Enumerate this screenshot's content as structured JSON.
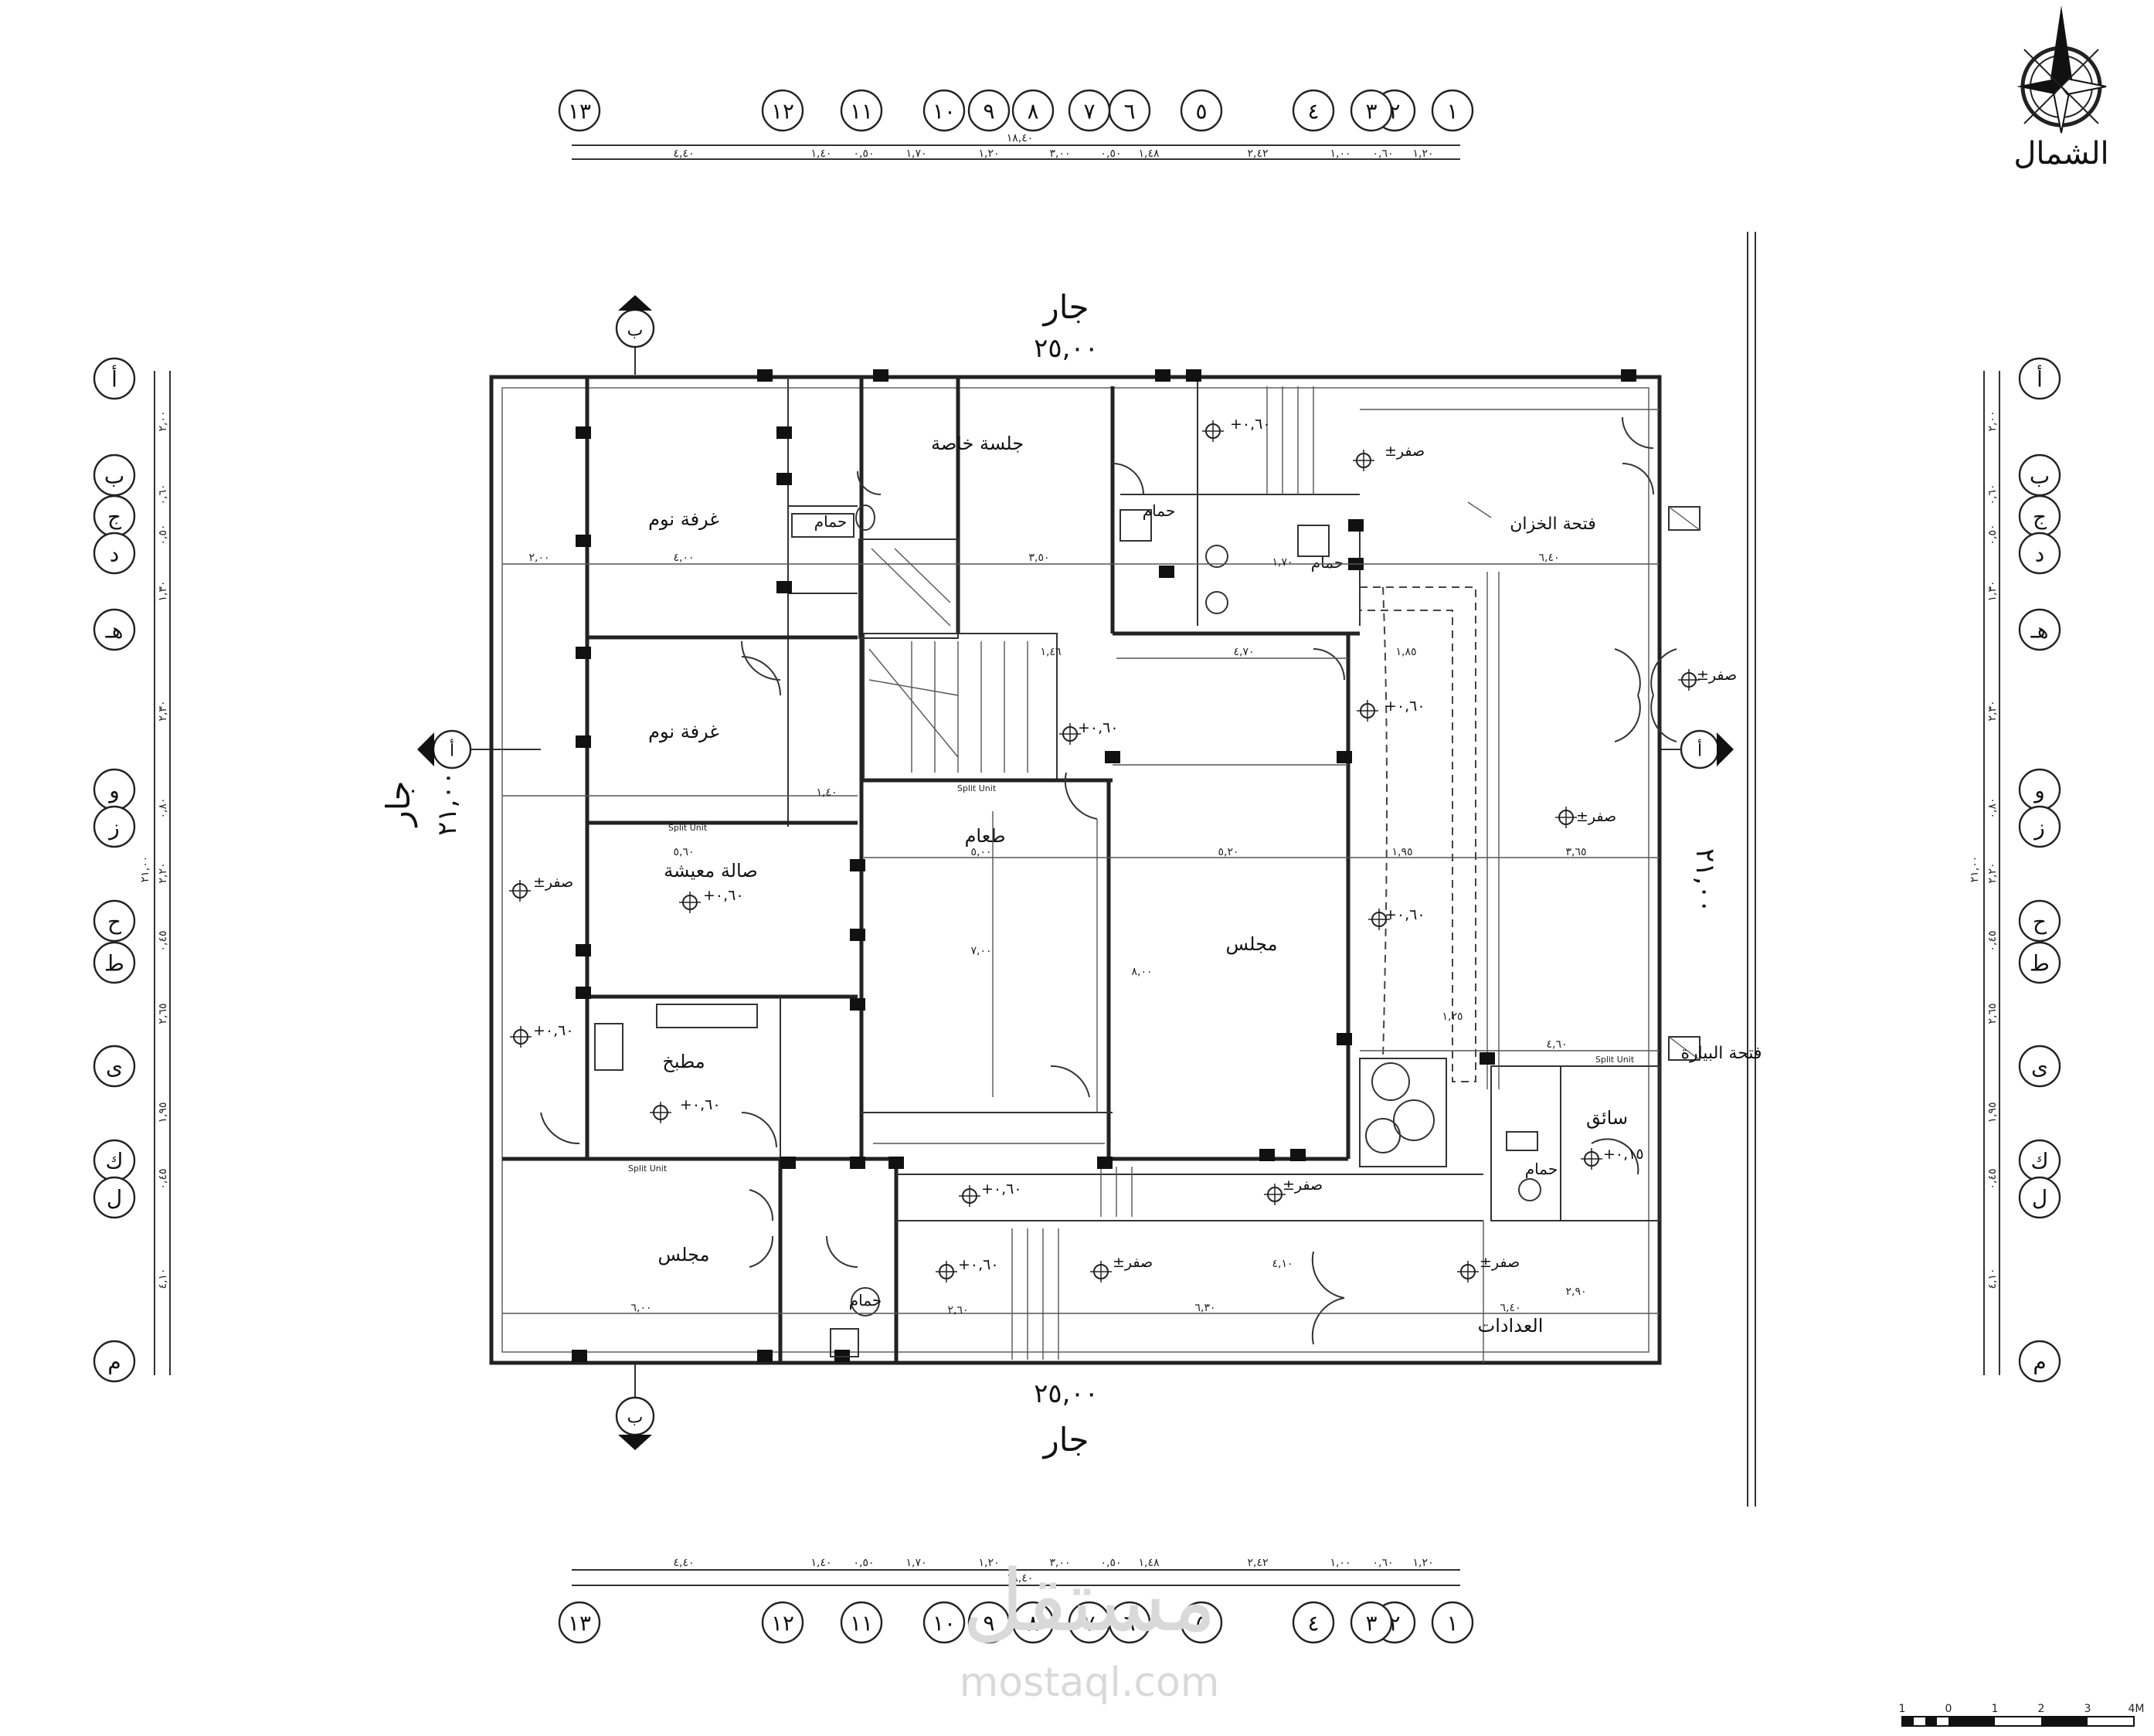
{
  "compass": {
    "label": "الشمال"
  },
  "neighbors": {
    "top": "جار",
    "bottom": "جار",
    "left": "جار"
  },
  "plot": {
    "width_top": "٢٥,٠٠",
    "width_bottom": "٢٥,٠٠",
    "depth_left": "٢١,٠٠",
    "depth_right": "٢١,٠٠"
  },
  "grid_columns": [
    "١",
    "٢",
    "٣",
    "٤",
    "٥",
    "٦",
    "٧",
    "٨",
    "٩",
    "١٠",
    "١١",
    "١٢",
    "١٣"
  ],
  "grid_rows": [
    "أ",
    "ب",
    "ج",
    "د",
    "هـ",
    "و",
    "ز",
    "ح",
    "ط",
    "ى",
    "ك",
    "ل",
    "م"
  ],
  "column_dims": [
    "٤,٤٠",
    "١,٤٠",
    "٠,٥٠",
    "١,٧٠",
    "١,٢٠",
    "٣,٠٠",
    "٠,٥٠",
    "١,٤٨",
    "٢,٤٢",
    "١,٠٠",
    "٠,٦٠",
    "١,٢٠"
  ],
  "column_total": "١٨,٤٠",
  "row_dims": [
    "٢,٠٠",
    "٠,٦٠",
    "٠,٥٠",
    "١,٣٠",
    "٢,٣٠",
    "٠,٨٠",
    "٢,٢٠",
    "٠,٤٥",
    "٢,٦٥",
    "١,٩٥",
    "٠,٤٥",
    "٤,١٠"
  ],
  "row_total": "٢١,٠٠",
  "section_marks": {
    "b": "ب",
    "a": "أ"
  },
  "rooms": {
    "bedroom_1": "غرفة نوم",
    "bedroom_2": "غرفة نوم",
    "private_sitting": "جلسة خاصة",
    "bath_1": "حمام",
    "bath_2": "حمام",
    "bath_3": "حمام",
    "bath_4": "حمام",
    "bath_5": "حمام",
    "living_hall": "صالة معيشة",
    "dining": "طعام",
    "majlis_main": "مجلس",
    "majlis_2": "مجلس",
    "kitchen": "مطبخ",
    "driver": "سائق",
    "meters": "العدادات",
    "tank_opening": "فتحة الخزان",
    "sewer_opening": "فتحة البيارة"
  },
  "levels": {
    "zero": "±صفر",
    "plus60": "+٠,٦٠",
    "plus15": "+٠,١٥"
  },
  "inner_dims": {
    "d1": "٤,٠٠",
    "d2": "٣,٥٠",
    "d3": "٦,٤٠",
    "d4": "٢,٠٠",
    "d5": "٥,٠٠",
    "d6": "٥,٦٠",
    "d7": "٤,٧٠",
    "d8": "١,٨٥",
    "d9": "١,٤٦",
    "d10": "٥,٢٠",
    "d11": "١,٩٥",
    "d12": "٣,٦٥",
    "d13": "٤,٦٠",
    "d14": "٦,٠٠",
    "d15": "٦,٣٠",
    "d16": "٦,٤٠",
    "d17": "١,٢٥",
    "d18": "٧,٠٠",
    "d19": "٨,٠٠",
    "d20": "١,٤٠",
    "d21": "٢,٦٠",
    "d22": "١,٧٠",
    "d23": "٢,٩٠",
    "d24": "٤,١٠"
  },
  "equipment": {
    "split": "Split Unit"
  },
  "watermark": {
    "arabic": "مستقل",
    "latin": "mostaql.com"
  },
  "scale_bar": {
    "labels": [
      "1",
      "0",
      "1",
      "2",
      "3",
      "4M"
    ]
  }
}
